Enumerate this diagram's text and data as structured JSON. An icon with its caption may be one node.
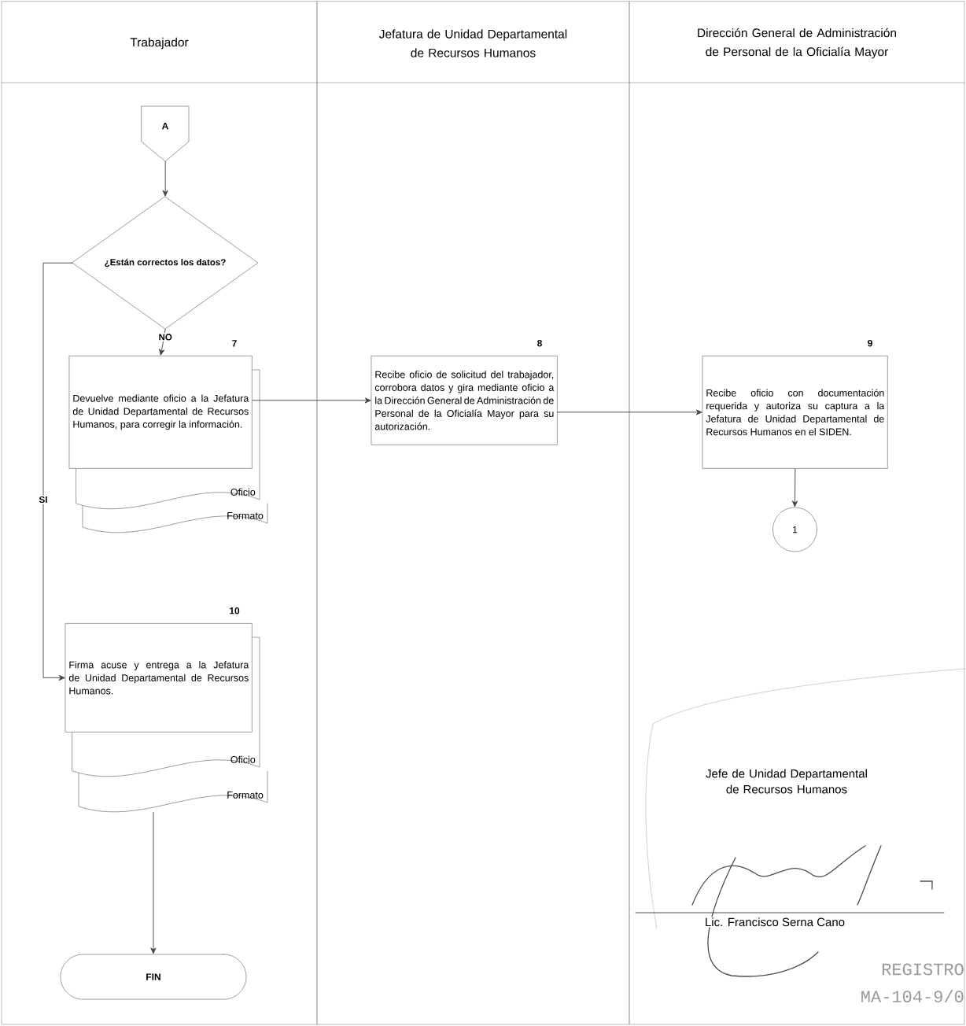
{
  "diagram": {
    "nodes": [
      {
        "text": [
          "Trabajador"
        ]
      },
      {
        "text": [
          "Jefatura de Unidad Departamental de Recursos Humanos"
        ]
      },
      {
        "text": [
          "Dirección General de Administración de Personal de la Oficialía Mayor"
        ]
      },
      {
        "text": [
          "A"
        ],
        "in": 0
      },
      {
        "text": [
          "¿Están correctos los datos?"
        ],
        "in": 0
      },
      {
        "text": [
          "Devuelve mediante oficio a la Jefatura de Unidad Departamental de Recursos Humanos, para corregir la información."
        ],
        "beside": [
          "7"
        ],
        "in": 0
      },
      {
        "text": [
          "Oficio"
        ],
        "in": 0
      },
      {
        "text": [
          "Formato"
        ],
        "in": 0
      },
      {
        "text": [
          "Recibe oficio de solicitud del trabajador, corrobora datos y gira mediante oficio a la Dirección General de Administración de Personal de la Oficialía Mayor para su autorización."
        ],
        "beside": [
          "8"
        ],
        "in": 1
      },
      {
        "text": [
          "Recibe oficio con documentación requerida y autoriza su captura a la Jefatura de Unidad Departamental de Recursos Humanos en el SIDEN."
        ],
        "beside": [
          "9"
        ],
        "in": 2
      },
      {
        "text": [
          "1"
        ],
        "in": 2
      },
      {
        "text": [
          "Firma acuse y entrega a la Jefatura de Unidad Departamental de Recursos Humanos."
        ],
        "beside": [
          "10"
        ],
        "in": 0
      },
      {
        "text": [
          "Oficio"
        ],
        "in": 0
      },
      {
        "text": [
          "Formato"
        ],
        "in": 0
      },
      {
        "text": [
          "FIN"
        ],
        "in": 0
      }
    ],
    "edges": [
      {
        "from": 3,
        "to": 4,
        "arrow": "to"
      },
      {
        "from": 4,
        "to": 5,
        "arrow": "to",
        "label": "NO"
      },
      {
        "from": 5,
        "to": 8,
        "arrow": "to"
      },
      {
        "from": 8,
        "to": 9,
        "arrow": "to"
      },
      {
        "from": 9,
        "to": 10,
        "arrow": "to"
      },
      {
        "from": 4,
        "to": 11,
        "arrow": "to",
        "label": "SI"
      },
      {
        "from": 13,
        "to": 14,
        "arrow": "to"
      }
    ],
    "labels": [
      "Jefe de Unidad Departamental de Recursos Humanos",
      "Lic. Francisco Serna Cano",
      "REGISTRO",
      "MA-104-9/0"
    ]
  }
}
